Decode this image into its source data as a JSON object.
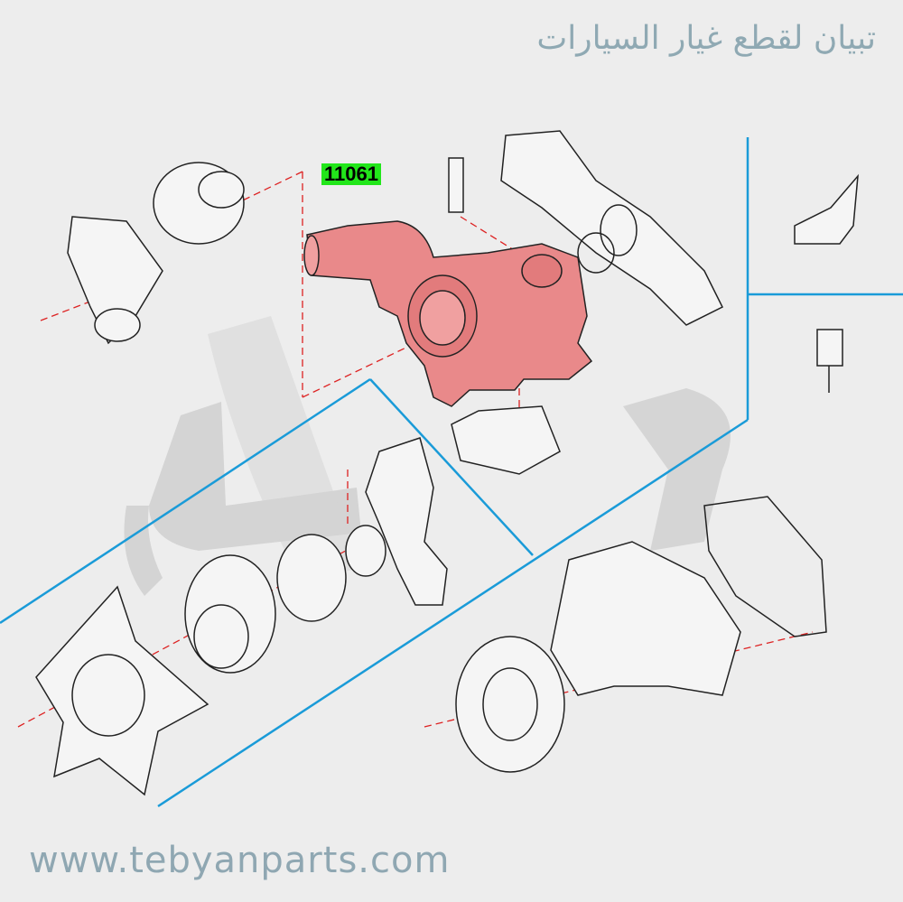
{
  "header": {
    "brand_arabic": "تبيان لقطع غيار السيارات"
  },
  "diagram": {
    "callouts": [
      {
        "part_number": "11061",
        "highlighted": true
      }
    ],
    "highlight_color": "#e9898a",
    "callout_color": "#22e61a",
    "divider_color": "#1a9bd8"
  },
  "footer": {
    "website": "www.tebyanparts.com"
  }
}
